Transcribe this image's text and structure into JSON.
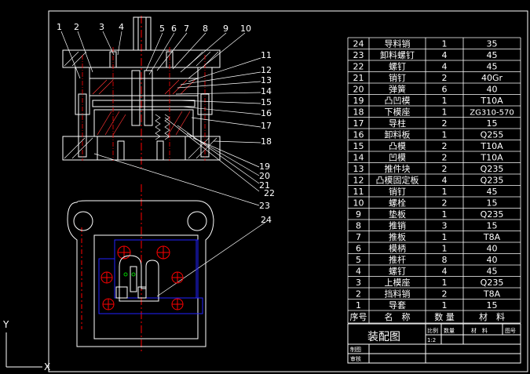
{
  "part_numbers": [
    "1",
    "2",
    "3",
    "4",
    "5",
    "6",
    "7",
    "8",
    "9",
    "10",
    "11",
    "12",
    "13",
    "14",
    "15",
    "16",
    "17",
    "18",
    "19",
    "20",
    "21",
    "22",
    "23",
    "24"
  ],
  "bom_rows": [
    {
      "no": "24",
      "name": "导料销",
      "qty": "1",
      "material": "35"
    },
    {
      "no": "23",
      "name": "卸料螺钉",
      "qty": "4",
      "material": "45"
    },
    {
      "no": "22",
      "name": "螺钉",
      "qty": "4",
      "material": "45"
    },
    {
      "no": "21",
      "name": "销钉",
      "qty": "2",
      "material": "40Gr"
    },
    {
      "no": "20",
      "name": "弹簧",
      "qty": "6",
      "material": "40"
    },
    {
      "no": "19",
      "name": "凸凹模",
      "qty": "1",
      "material": "T10A"
    },
    {
      "no": "18",
      "name": "下模座",
      "qty": "1",
      "material": "ZG310-570"
    },
    {
      "no": "17",
      "name": "导柱",
      "qty": "2",
      "material": "15"
    },
    {
      "no": "16",
      "name": "卸料板",
      "qty": "1",
      "material": "Q255"
    },
    {
      "no": "15",
      "name": "凸模",
      "qty": "2",
      "material": "T10A"
    },
    {
      "no": "14",
      "name": "凹模",
      "qty": "2",
      "material": "T10A"
    },
    {
      "no": "13",
      "name": "推件块",
      "qty": "2",
      "material": "Q235"
    },
    {
      "no": "12",
      "name": "凸模固定板",
      "qty": "4",
      "material": "Q235"
    },
    {
      "no": "11",
      "name": "销钉",
      "qty": "1",
      "material": "45"
    },
    {
      "no": "10",
      "name": "螺栓",
      "qty": "2",
      "material": "15"
    },
    {
      "no": "9",
      "name": "垫板",
      "qty": "1",
      "material": "Q235"
    },
    {
      "no": "8",
      "name": "推销",
      "qty": "3",
      "material": "15"
    },
    {
      "no": "7",
      "name": "推板",
      "qty": "1",
      "material": "T8A"
    },
    {
      "no": "6",
      "name": "模柄",
      "qty": "1",
      "material": "40"
    },
    {
      "no": "5",
      "name": "推杆",
      "qty": "8",
      "material": "40"
    },
    {
      "no": "4",
      "name": "螺钉",
      "qty": "4",
      "material": "45"
    },
    {
      "no": "3",
      "name": "上模座",
      "qty": "1",
      "material": "Q235"
    },
    {
      "no": "2",
      "name": "挡料销",
      "qty": "2",
      "material": "T8A"
    },
    {
      "no": "1",
      "name": "导套",
      "qty": "1",
      "material": "15"
    }
  ],
  "bom_header": {
    "no": "序号",
    "name": "名　称",
    "qty": "数 量",
    "material": "材　料"
  },
  "title_block": {
    "drawing_title": "装配图",
    "scale_label": "比例",
    "scale_value": "1:2",
    "qty_label": "数量",
    "material_label": "材　料",
    "drawing_no_label": "图号",
    "drawn_label": "制图",
    "checked_label": "审核"
  },
  "axis_labels": {
    "y": "Y",
    "x": "X"
  },
  "colors": {
    "background": "#000000",
    "line": "#ffffff",
    "center": "#ff0000",
    "blue": "#2222ff",
    "hatch": "#ff3030",
    "green": "#00cc00"
  }
}
